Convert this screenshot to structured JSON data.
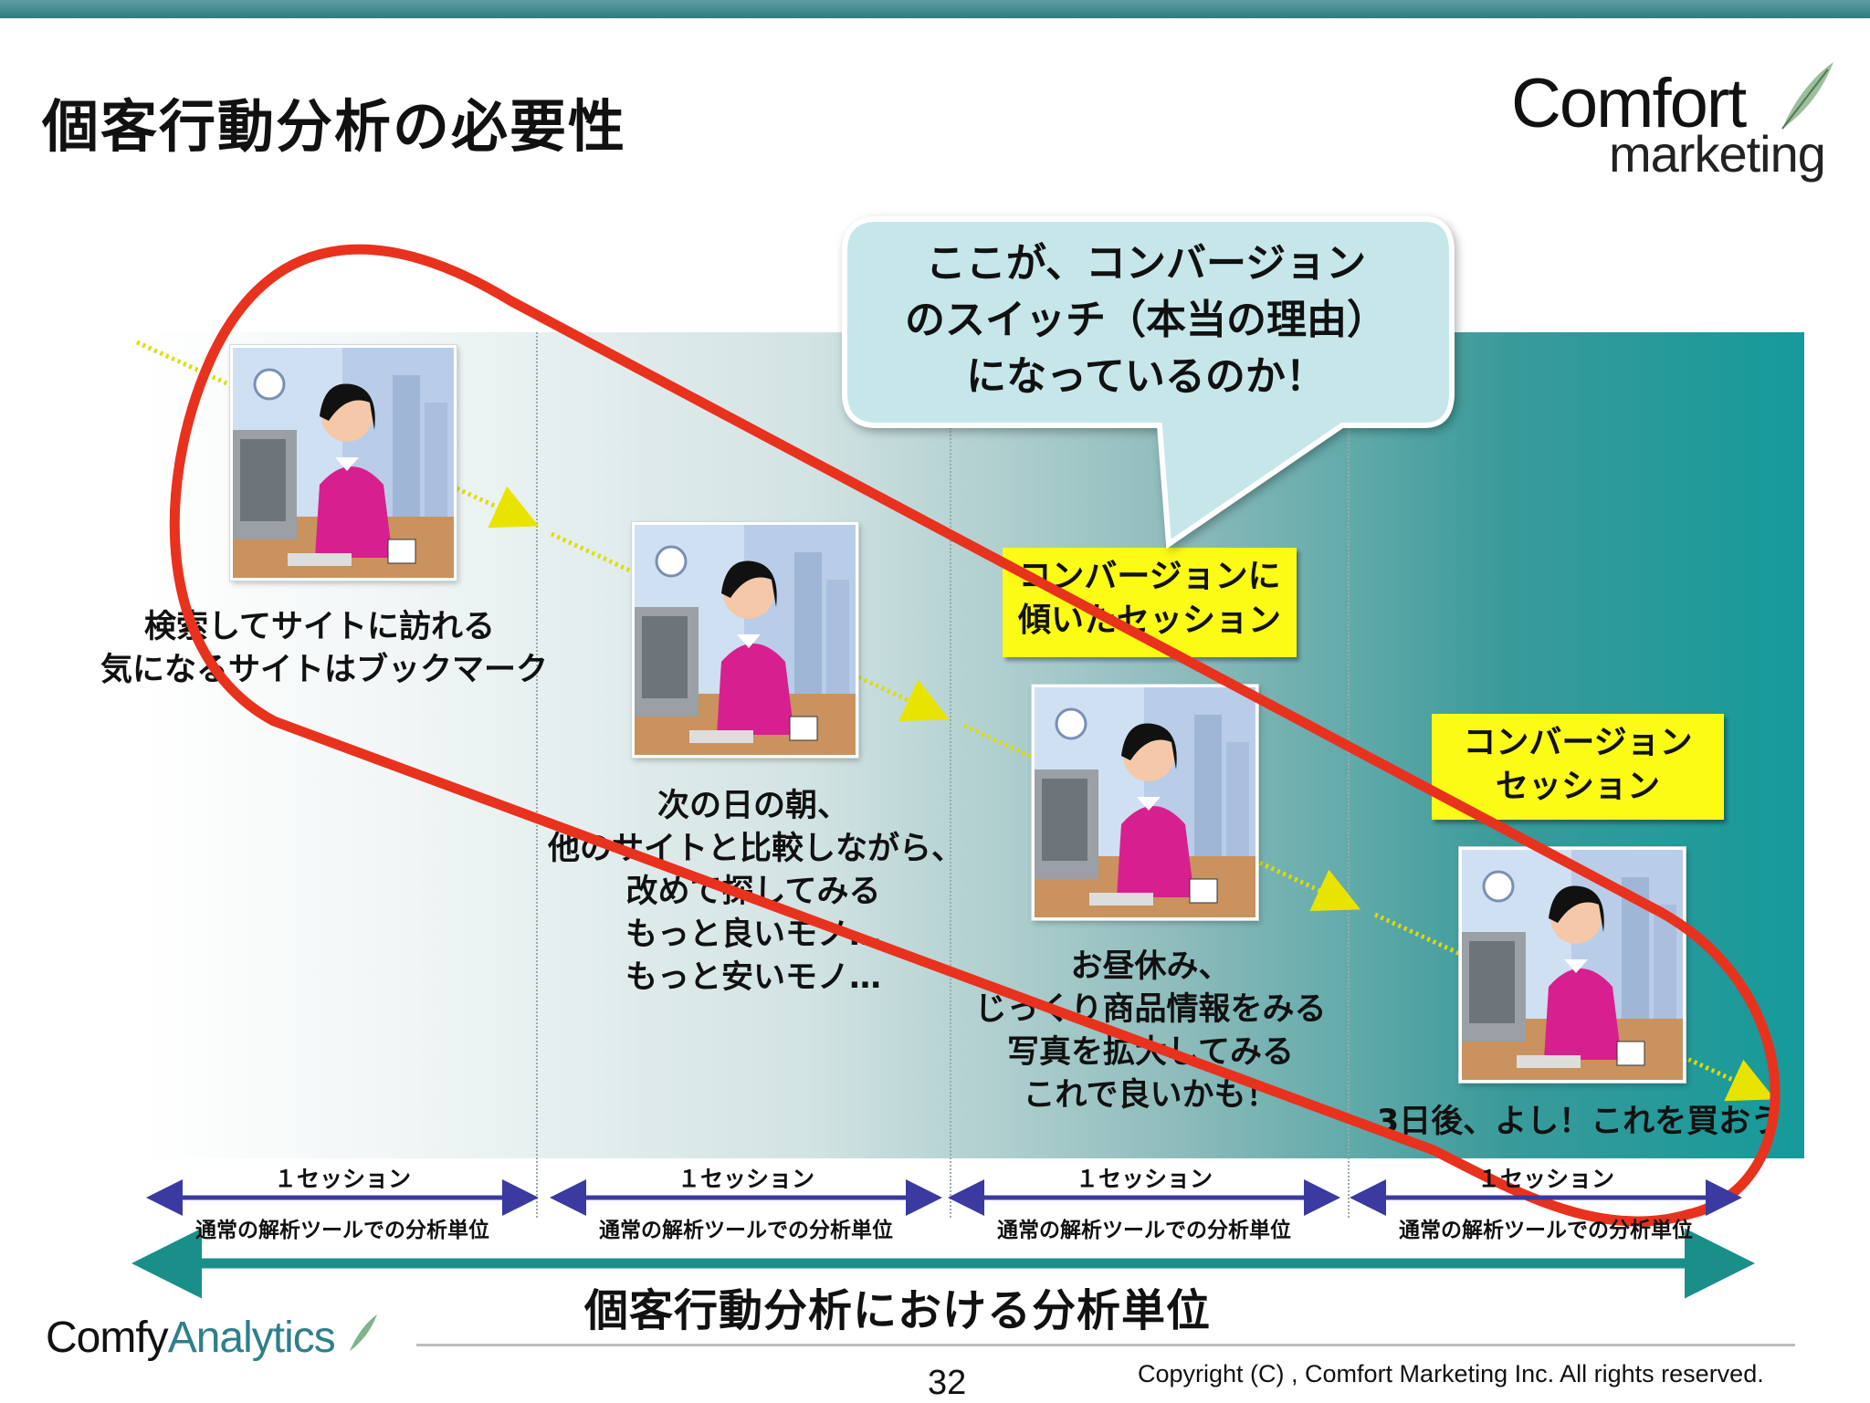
{
  "slide": {
    "title": "個客行動分析の必要性",
    "bottom_title": "個客行動分析における分析単位",
    "page_number": "32",
    "copyright": "Copyright (C) , Comfort Marketing Inc. All rights reserved."
  },
  "logo": {
    "line1": "Comfort",
    "line2": "marketing"
  },
  "footer_logo": {
    "part1": "Comfy",
    "part2": "Analytics"
  },
  "bubble": {
    "text": "ここが、コンバージョン\nのスイッチ（本当の理由）\nになっているのか！"
  },
  "labels": {
    "leaning_session": "コンバージョンに\n傾いたセッション",
    "conversion_session": "コンバージョン\nセッション"
  },
  "steps": [
    {
      "caption": "検索してサイトに訪れる\n気になるサイトはブックマーク",
      "session": "１セッション",
      "unit": "通常の解析ツールでの分析単位"
    },
    {
      "caption": "次の日の朝、\n他のサイトと比較しながら、\n改めて探してみる\nもっと良いモノ…\nもっと安いモノ…",
      "session": "１セッション",
      "unit": "通常の解析ツールでの分析単位"
    },
    {
      "caption": "お昼休み、\nじっくり商品情報をみる\n写真を拡大してみる\nこれで良いかも！",
      "session": "１セッション",
      "unit": "通常の解析ツールでの分析単位"
    },
    {
      "caption": "3日後、よし！これを買おう",
      "session": "１セッション",
      "unit": "通常の解析ツールでの分析単位"
    }
  ],
  "colors": {
    "teal": "#159a9a",
    "highlight_yellow": "#fbfb16",
    "red_outline": "#e8321e",
    "session_arrow": "#3a3aa0"
  }
}
